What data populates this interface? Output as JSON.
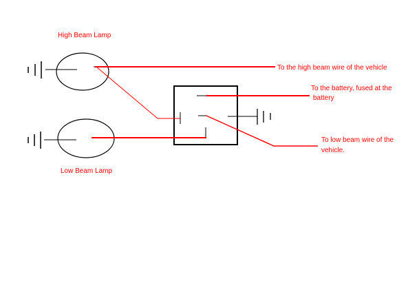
{
  "diagram": {
    "labels": {
      "high_beam_lamp": "High Beam Lamp",
      "low_beam_lamp": "Low Beam Lamp",
      "high_beam_wire": "To the high beam wire of the vehicle",
      "battery_line1": "To the battery, fused at the",
      "battery_line2": "battery",
      "low_beam_wire_line1": "To low beam wire of the",
      "low_beam_wire_line2": "vehicle."
    },
    "colors": {
      "wire": "#ff0000",
      "label_text": "#ff0000",
      "outline": "#000000",
      "background": "#ffffff"
    }
  }
}
